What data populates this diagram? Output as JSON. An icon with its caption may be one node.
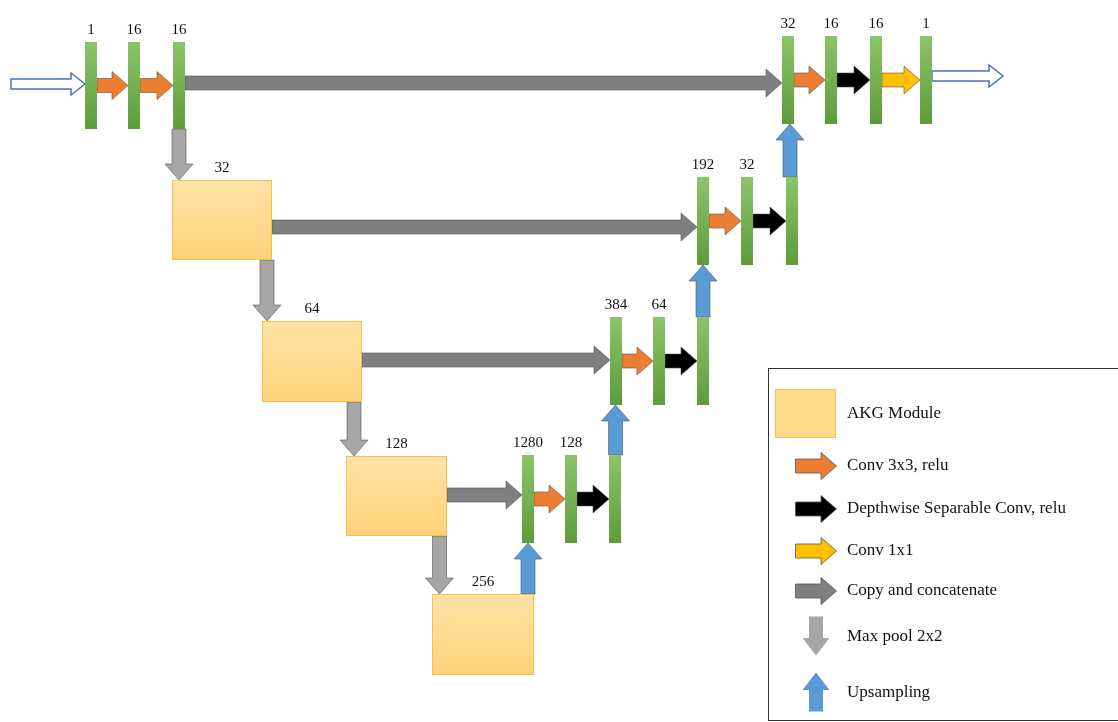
{
  "diagram": {
    "nodes": [
      {
        "text": [],
        "shape": "bar",
        "beside": [
          "1"
        ]
      },
      {
        "text": [],
        "shape": "bar",
        "beside": [
          "16"
        ]
      },
      {
        "text": [],
        "shape": "bar",
        "beside": [
          "16"
        ]
      },
      {
        "text": [],
        "shape": "bar",
        "beside": [
          "32"
        ]
      },
      {
        "text": [],
        "shape": "bar",
        "beside": [
          "16"
        ]
      },
      {
        "text": [],
        "shape": "bar",
        "beside": [
          "16"
        ]
      },
      {
        "text": [],
        "shape": "bar",
        "beside": [
          "1"
        ]
      },
      {
        "text": [],
        "shape": "box",
        "beside": [
          "32"
        ]
      },
      {
        "text": [],
        "shape": "bar",
        "beside": [
          "192"
        ]
      },
      {
        "text": [],
        "shape": "bar",
        "beside": [
          "32"
        ]
      },
      {
        "text": [],
        "shape": "bar"
      },
      {
        "text": [],
        "shape": "box",
        "beside": [
          "64"
        ]
      },
      {
        "text": [],
        "shape": "bar",
        "beside": [
          "384"
        ]
      },
      {
        "text": [],
        "shape": "bar",
        "beside": [
          "64"
        ]
      },
      {
        "text": [],
        "shape": "bar"
      },
      {
        "text": [],
        "shape": "box",
        "beside": [
          "128"
        ]
      },
      {
        "text": [],
        "shape": "bar",
        "beside": [
          "1280"
        ]
      },
      {
        "text": [],
        "shape": "bar",
        "beside": [
          "128"
        ]
      },
      {
        "text": [],
        "shape": "bar"
      },
      {
        "text": [],
        "shape": "box",
        "beside": [
          "256"
        ]
      }
    ],
    "edges": [
      {
        "from": null,
        "to": 0,
        "arrow": "to",
        "color": "#4472c4"
      },
      {
        "from": 0,
        "to": 1,
        "arrow": "to",
        "style": "thick",
        "color": "#ed7d31"
      },
      {
        "from": 1,
        "to": 2,
        "arrow": "to",
        "style": "thick",
        "color": "#ed7d31"
      },
      {
        "from": 2,
        "to": 3,
        "arrow": "to",
        "style": "thick",
        "color": "#7f7f7f"
      },
      {
        "from": 2,
        "to": 7,
        "arrow": "to",
        "style": "thick",
        "color": "#a6a6a6"
      },
      {
        "from": 3,
        "to": 4,
        "arrow": "to",
        "style": "thick",
        "color": "#ed7d31"
      },
      {
        "from": 4,
        "to": 5,
        "arrow": "to",
        "style": "thick",
        "color": "#000000"
      },
      {
        "from": 5,
        "to": 6,
        "arrow": "to",
        "style": "thick",
        "color": "#ffc000"
      },
      {
        "from": 6,
        "to": null,
        "arrow": "to",
        "color": "#4472c4"
      },
      {
        "from": 7,
        "to": 8,
        "arrow": "to",
        "style": "thick",
        "color": "#7f7f7f"
      },
      {
        "from": 7,
        "to": 11,
        "arrow": "to",
        "style": "thick",
        "color": "#a6a6a6"
      },
      {
        "from": 8,
        "to": 9,
        "arrow": "to",
        "style": "thick",
        "color": "#ed7d31"
      },
      {
        "from": 9,
        "to": 10,
        "arrow": "to",
        "style": "thick",
        "color": "#000000"
      },
      {
        "from": 10,
        "to": 3,
        "arrow": "to",
        "style": "thick",
        "color": "#5b9bd5"
      },
      {
        "from": 11,
        "to": 12,
        "arrow": "to",
        "style": "thick",
        "color": "#7f7f7f"
      },
      {
        "from": 11,
        "to": 15,
        "arrow": "to",
        "style": "thick",
        "color": "#a6a6a6"
      },
      {
        "from": 12,
        "to": 13,
        "arrow": "to",
        "style": "thick",
        "color": "#ed7d31"
      },
      {
        "from": 13,
        "to": 14,
        "arrow": "to",
        "style": "thick",
        "color": "#000000"
      },
      {
        "from": 14,
        "to": 8,
        "arrow": "to",
        "style": "thick",
        "color": "#5b9bd5"
      },
      {
        "from": 15,
        "to": 16,
        "arrow": "to",
        "style": "thick",
        "color": "#7f7f7f"
      },
      {
        "from": 15,
        "to": 19,
        "arrow": "to",
        "style": "thick",
        "color": "#a6a6a6"
      },
      {
        "from": 16,
        "to": 17,
        "arrow": "to",
        "style": "thick",
        "color": "#ed7d31"
      },
      {
        "from": 17,
        "to": 18,
        "arrow": "to",
        "style": "thick",
        "color": "#000000"
      },
      {
        "from": 18,
        "to": 12,
        "arrow": "to",
        "style": "thick",
        "color": "#5b9bd5"
      },
      {
        "from": 19,
        "to": 16,
        "arrow": "to",
        "style": "thick",
        "color": "#5b9bd5"
      }
    ],
    "legend": [
      {
        "text": "AKG Module",
        "color": "#ffd98a"
      },
      {
        "text": "Conv 3x3, relu"
      },
      {
        "text": "Depthwise Separable Conv, relu"
      },
      {
        "text": "Conv 1x1"
      },
      {
        "text": "Copy and concatenate"
      },
      {
        "text": "Max pool 2x2"
      },
      {
        "text": "Upsampling"
      }
    ]
  }
}
